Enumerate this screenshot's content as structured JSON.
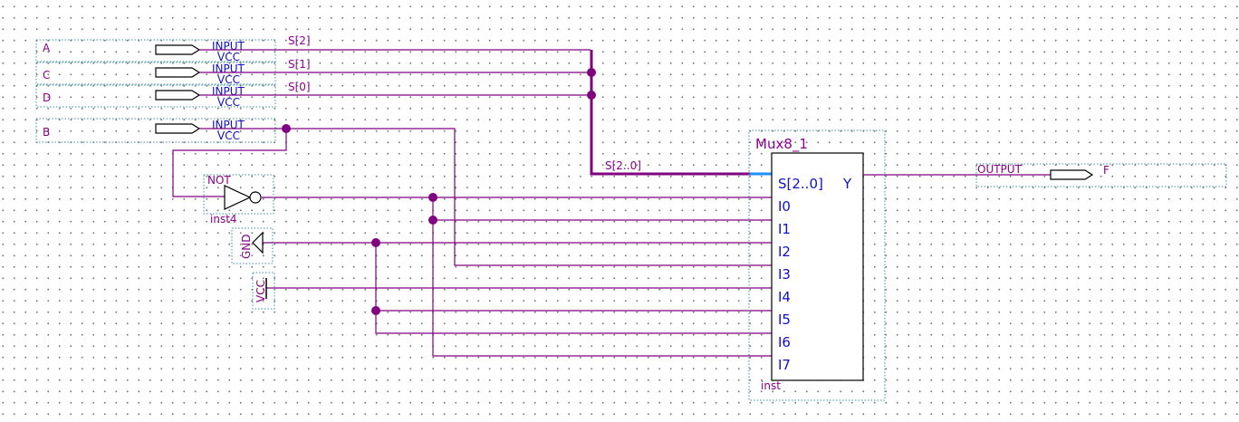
{
  "inputs": [
    {
      "name": "A",
      "type": "INPUT",
      "default": "VCC"
    },
    {
      "name": "C",
      "type": "INPUT",
      "default": "VCC"
    },
    {
      "name": "D",
      "type": "INPUT",
      "default": "VCC"
    },
    {
      "name": "B",
      "type": "INPUT",
      "default": "VCC"
    }
  ],
  "select_wires": [
    "S[2]",
    "S[1]",
    "S[0]"
  ],
  "bus_label": "S[2..0]",
  "not_gate": {
    "type": "NOT",
    "instance": "inst4"
  },
  "gnd_label": "GND",
  "vcc_label": "VCC",
  "mux": {
    "title": "Mux8_1",
    "instance": "inst",
    "select_port": "S[2..0]",
    "output_port": "Y",
    "data_ports": [
      "I0",
      "I1",
      "I2",
      "I3",
      "I4",
      "I5",
      "I6",
      "I7"
    ]
  },
  "output": {
    "type": "OUTPUT",
    "name": "F"
  },
  "colors": {
    "wire": "#800080",
    "text": "#1010c8",
    "label": "#8b008b",
    "bus_tap": "#1e90ff"
  }
}
